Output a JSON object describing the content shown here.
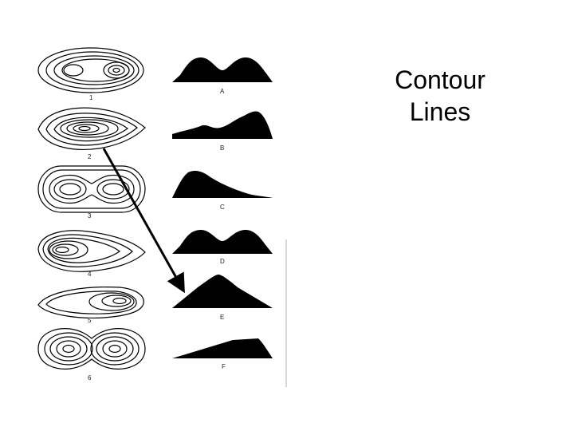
{
  "slide": {
    "title_lines": [
      "Contour",
      "Lines"
    ]
  },
  "figure": {
    "contour_labels": [
      "1",
      "2",
      "3",
      "4",
      "5",
      "6"
    ],
    "profile_labels": [
      "A",
      "B",
      "C",
      "D",
      "E",
      "F"
    ],
    "arrow": {
      "from": "2",
      "to": "E",
      "color": "#000000"
    },
    "ink_color": "#000000"
  }
}
